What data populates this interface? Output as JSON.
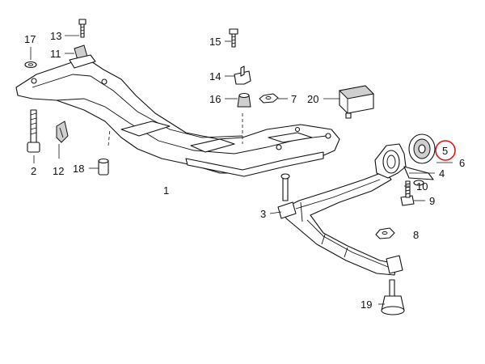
{
  "labels": {
    "p1": "1",
    "p2": "2",
    "p3": "3",
    "p4": "4",
    "p5": "5",
    "p6": "6",
    "p7": "7",
    "p8": "8",
    "p9": "9",
    "p10": "10",
    "p11": "11",
    "p12": "12",
    "p13": "13",
    "p14": "14",
    "p15": "15",
    "p16": "16",
    "p17": "17",
    "p18": "18",
    "p19": "19",
    "p20": "20"
  },
  "highlight": {
    "part": "5",
    "color": "#d91a1a"
  }
}
